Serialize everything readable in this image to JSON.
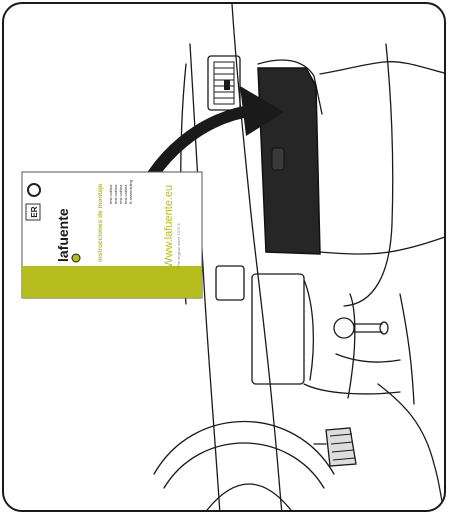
{
  "manual_card": {
    "brand": "lafuente",
    "section_title": "instrucciones de montaje",
    "lines": [
      "test cabina",
      "test cabina",
      "test cabina",
      "test cabina",
      "B assembling"
    ],
    "website": "Www.lafuente.eu",
    "website_sub": "The original since 1972 A",
    "accent_color": "#b5bd1c"
  },
  "icons": {
    "mark_left": "er-badge-icon",
    "mark_right": "round-seal-icon"
  }
}
